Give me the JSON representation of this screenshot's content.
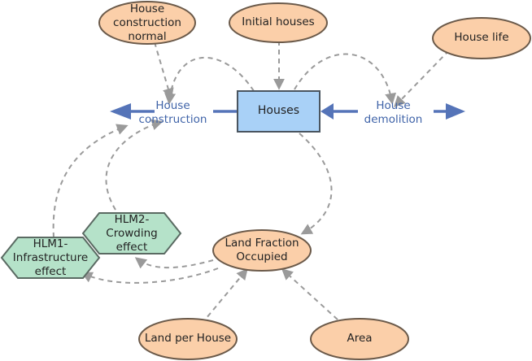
{
  "diagram": {
    "stock": {
      "label": "Houses"
    },
    "flows": [
      {
        "id": "house_construction",
        "label_line1": "House",
        "label_line2": "construction"
      },
      {
        "id": "house_demolition",
        "label_line1": "House",
        "label_line2": "demolition"
      }
    ],
    "variables": {
      "construction_normal": {
        "line1": "House",
        "line2": "construction",
        "line3": "normal"
      },
      "initial_houses": "Initial houses",
      "house_life": "House life",
      "land_fraction": {
        "line1": "Land Fraction",
        "line2": "Occupied"
      },
      "land_per_house": "Land per House",
      "area": "Area"
    },
    "lookups": {
      "hlm1": {
        "line1": "HLM1-",
        "line2": "Infrastructure",
        "line3": "effect"
      },
      "hlm2": {
        "line1": "HLM2-",
        "line2": "Crowding",
        "line3": "effect"
      }
    },
    "colors": {
      "stock_fill": "#a9d1f7",
      "stock_border": "#4a5560",
      "variable_fill": "#fbcfa9",
      "variable_border": "#6b5a4a",
      "lookup_fill": "#b5e2c9",
      "lookup_border": "#5a6a62",
      "flow_color": "#5574b8",
      "link_color": "#9a9a9a"
    }
  }
}
